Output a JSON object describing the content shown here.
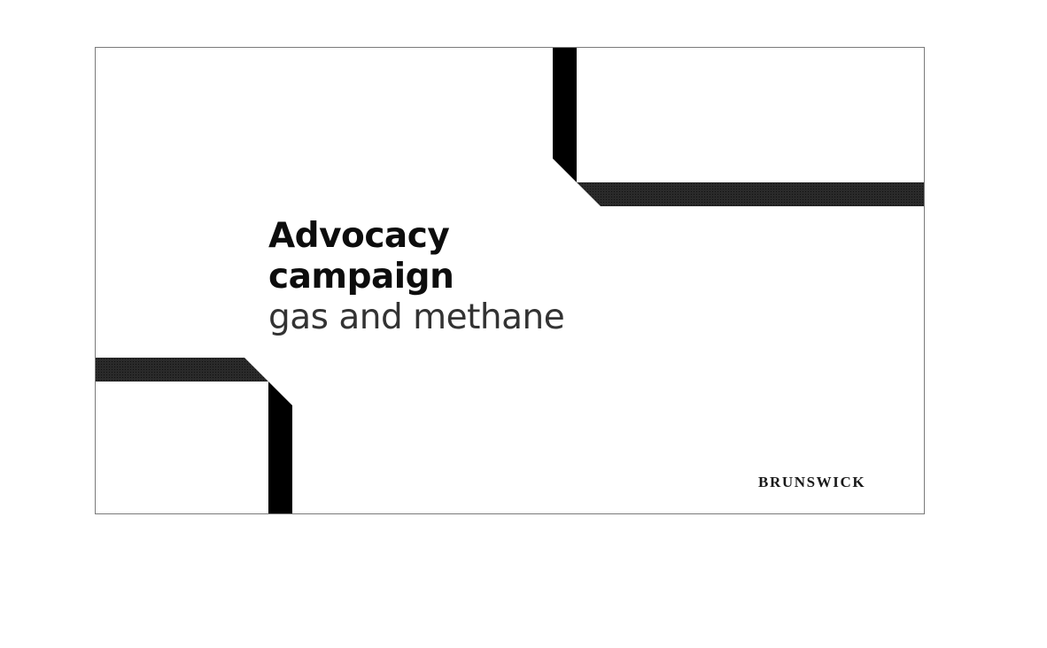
{
  "slide": {
    "title_line_1": "Advocacy",
    "title_line_2": "campaign",
    "subtitle": "gas and methane",
    "brand": "BRUNSWICK"
  },
  "colors": {
    "background": "#ffffff",
    "border": "#7a7a7a",
    "bar_solid": "#000000",
    "bar_textured": "#262626",
    "title": "#0d0d0d",
    "subtitle": "#333333"
  }
}
